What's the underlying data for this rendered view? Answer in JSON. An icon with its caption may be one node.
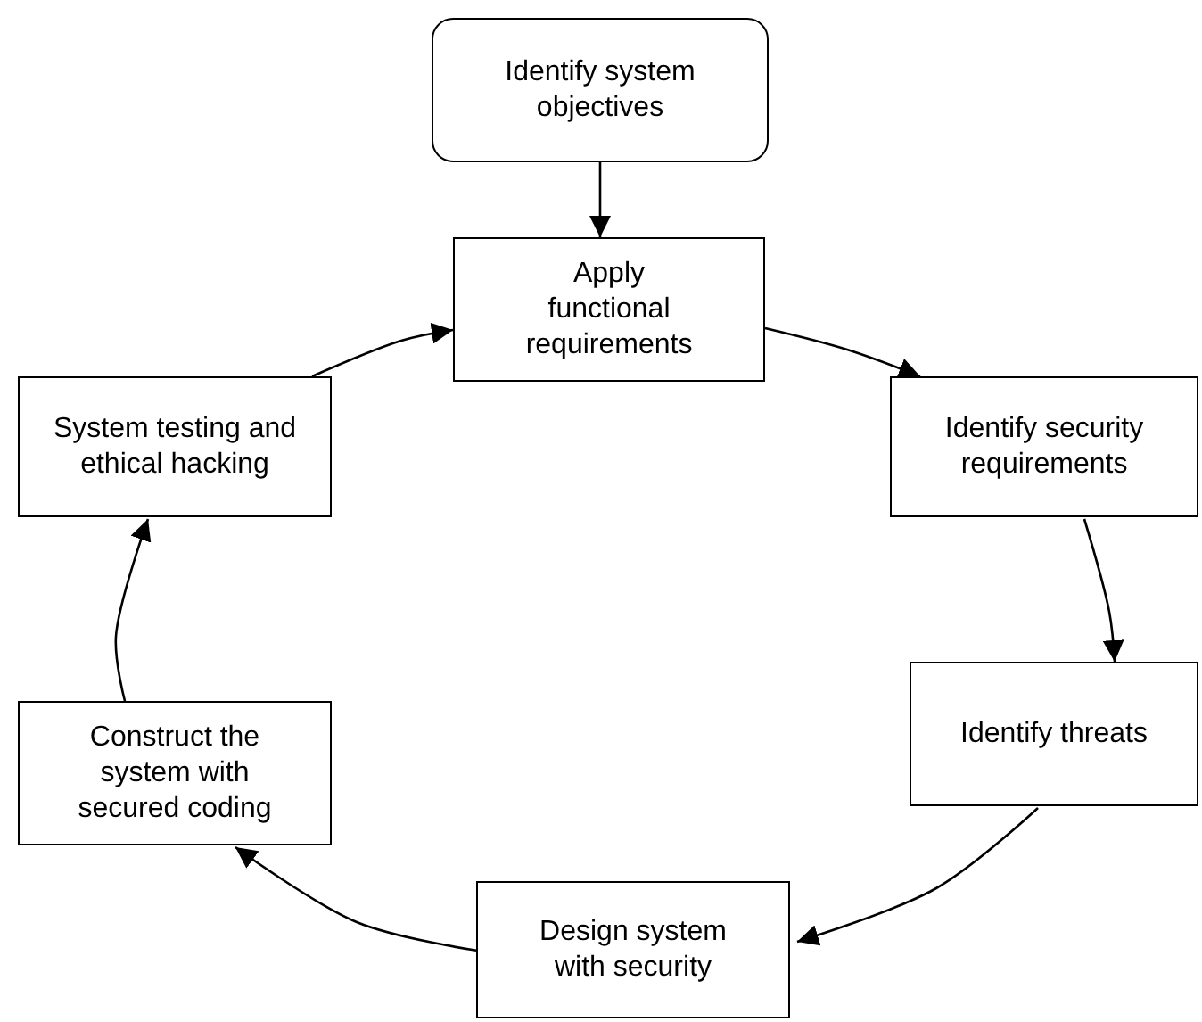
{
  "diagram": {
    "nodes": [
      {
        "text": [
          "Identify system objectives"
        ]
      },
      {
        "text": [
          "Apply functional requirements"
        ]
      },
      {
        "text": [
          "Identify security requirements"
        ]
      },
      {
        "text": [
          "Identify threats"
        ]
      },
      {
        "text": [
          "Design system with security"
        ]
      },
      {
        "text": [
          "Construct the system with secured coding"
        ]
      },
      {
        "text": [
          "System testing and ethical hacking"
        ]
      }
    ],
    "edges": [
      {
        "from": 0,
        "to": 1,
        "arrow": "to"
      },
      {
        "from": 1,
        "to": 2,
        "arrow": "to"
      },
      {
        "from": 2,
        "to": 3,
        "arrow": "to"
      },
      {
        "from": 3,
        "to": 4,
        "arrow": "to"
      },
      {
        "from": 4,
        "to": 5,
        "arrow": "to"
      },
      {
        "from": 5,
        "to": 6,
        "arrow": "to"
      },
      {
        "from": 6,
        "to": 1,
        "arrow": "to"
      }
    ]
  }
}
